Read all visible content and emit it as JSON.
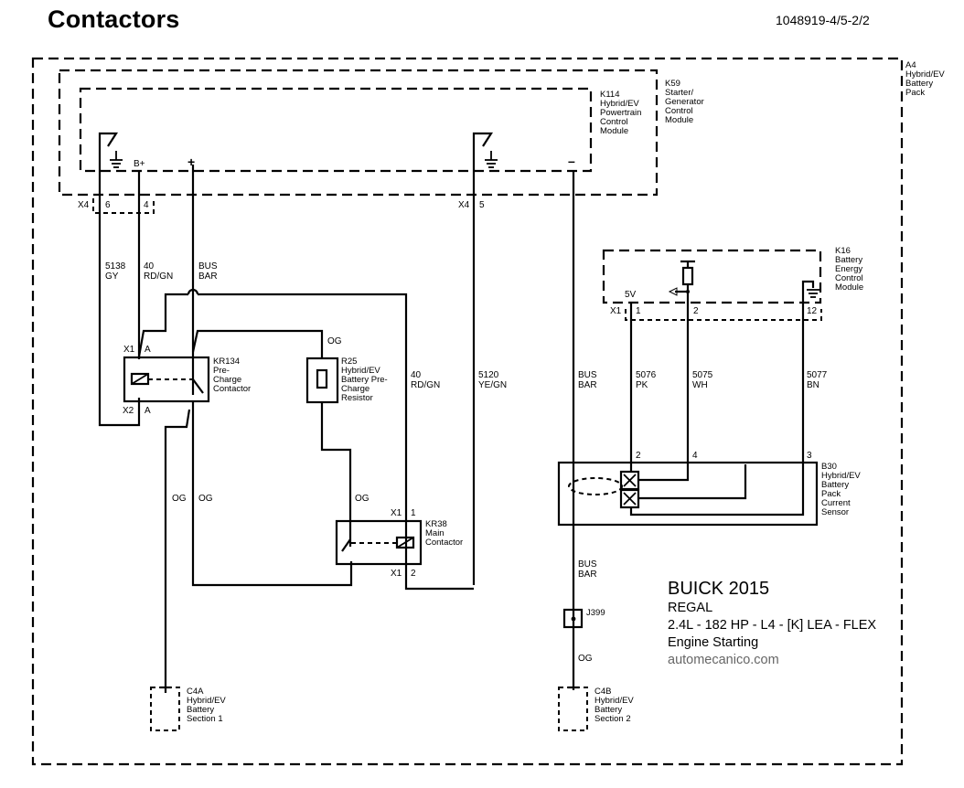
{
  "page": {
    "title": "Contactors",
    "doc_id": "1048919-4/5-2/2"
  },
  "components": {
    "a4": {
      "id": "A4",
      "name": "Hybrid/EV\nBattery\nPack"
    },
    "k59": {
      "id": "K59",
      "name": "Starter/\nGenerator\nControl\nModule"
    },
    "k114": {
      "id": "K114",
      "name": "Hybrid/EV\nPowertrain\nControl\nModule"
    },
    "k16": {
      "id": "K16",
      "name": "Battery\nEnergy\nControl\nModule"
    },
    "kr134": {
      "id": "KR134",
      "name": "Pre-\nCharge\nContactor"
    },
    "r25": {
      "id": "R25",
      "name": "Hybrid/EV\nBattery Pre-\nCharge\nResistor"
    },
    "kr38": {
      "id": "KR38",
      "name": "Main\nContactor"
    },
    "b30": {
      "id": "B30",
      "name": "Hybrid/EV\nBattery\nPack\nCurrent\nSensor"
    },
    "j399": {
      "id": "J399"
    },
    "c4a": {
      "id": "C4A",
      "name": "Hybrid/EV\nBattery\nSection 1"
    },
    "c4b": {
      "id": "C4B",
      "name": "Hybrid/EV\nBattery\nSection 2"
    }
  },
  "terminals": {
    "k114_bplus": "B+",
    "k114_plus": "+",
    "k114_minus": "–",
    "k16_5v": "5V"
  },
  "connectors": {
    "x4": "X4",
    "x4_pin6": "6",
    "x4_pin4": "4",
    "x4_pin5": "5",
    "k16_x1": "X1",
    "k16_pin1": "1",
    "k16_pin2": "2",
    "k16_pin12": "12",
    "kr134_x1": "X1",
    "kr134_x1_pin": "A",
    "kr134_x2": "X2",
    "kr134_x2_pin": "A",
    "kr38_x1_top": "X1",
    "kr38_pin1": "1",
    "kr38_x1_bot": "X1",
    "kr38_pin2": "2",
    "b30_pin2": "2",
    "b30_pin4": "4",
    "b30_pin3": "3"
  },
  "wires": {
    "w5138": "5138\nGY",
    "w40_left": "40\nRD/GN",
    "busbar_top": "BUS\nBAR",
    "og_r25": "OG",
    "w40_right": "40\nRD/GN",
    "w5120": "5120\nYE/GN",
    "busbar_mid": "BUS\nBAR",
    "w5076": "5076\nPK",
    "w5075": "5075\nWH",
    "w5077": "5077\nBN",
    "og_left1": "OG",
    "og_left2": "OG",
    "og_kr38": "OG",
    "busbar_low": "BUS\nBAR",
    "og_j399": "OG"
  },
  "vehicle_info": {
    "make_year": "BUICK 2015",
    "model": "REGAL",
    "engine": "2.4L - 182 HP - L4 - [K] LEA - FLEX",
    "system": "Engine Starting",
    "website": "automecanico.com"
  }
}
